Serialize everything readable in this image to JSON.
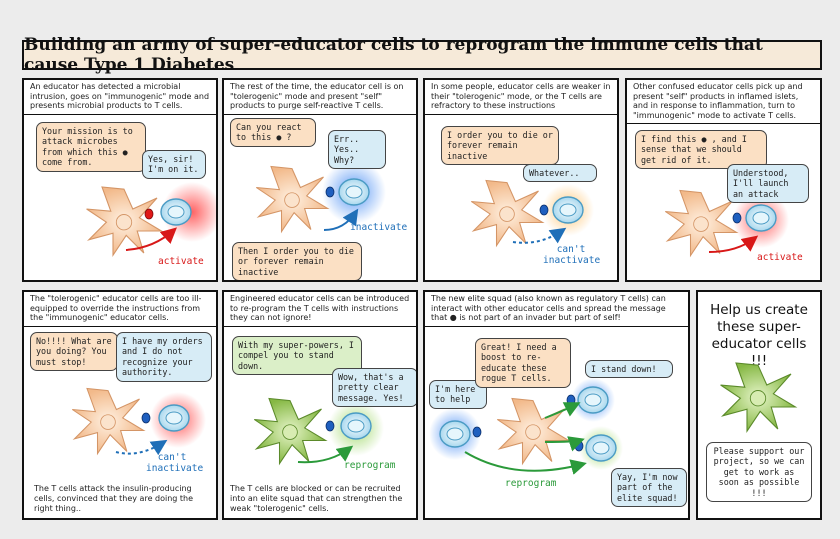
{
  "title": "Building an army of super-educator cells to reprogram the immune cells that cause Type 1 Diabetes",
  "panels": [
    {
      "caption": "An educator has detected a microbial intrusion, goes on \"immunogenic\" mode and presents microbial products to T cells.",
      "bubble_educator": "Your mission is to attack microbes from which this ● come from.",
      "bubble_tcell": "Yes, sir! I'm on it.",
      "arrow_label": "activate"
    },
    {
      "caption": "The rest of the time, the educator cell is on \"tolerogenic\" mode and present \"self\" products to purge self-reactive T cells.",
      "bubble_educator": "Can you react to this ● ?",
      "bubble_tcell": "Err.. Yes.. Why?",
      "bubble_bottom": "Then I order you to die or forever remain inactive",
      "arrow_label": "inactivate"
    },
    {
      "caption": "In some people, educator cells are weaker in their \"tolerogenic\" mode, or the T cells are refractory to these instructions",
      "bubble_educator": "I order you to die or forever remain inactive",
      "bubble_tcell": "Whatever..",
      "arrow_label": "can't inactivate"
    },
    {
      "caption": "Other confused educator cells pick up and present \"self\" products in inflamed islets, and in response to inflammation, turn to \"immunogenic\" mode to activate T cells.",
      "bubble_educator": "I find this ● , and I sense that we should get rid of it.",
      "bubble_tcell": "Understood, I'll launch an attack",
      "arrow_label": "activate"
    },
    {
      "caption": "The \"tolerogenic\" educator cells are too ill-equipped to override the instructions from the \"immunogenic\" educator cells.",
      "bubble_educator": "No!!!! What are you doing? You must stop!",
      "bubble_tcell": "I have my orders and I do not recognize your authority.",
      "arrow_label": "can't inactivate",
      "caption_bottom": "The T cells attack the insulin-producing cells, convinced that they are doing the right thing.."
    },
    {
      "caption": "Engineered educator cells can be introduced to re-program the T cells with instructions they can not ignore!",
      "bubble_educator": "With my super-powers, I compel you to stand down.",
      "bubble_tcell": "Wow, that's a pretty clear message. Yes!",
      "arrow_label": "reprogram",
      "caption_bottom": "The T cells are blocked or can be recruited into an elite squad that can strengthen the weak \"tolerogenic\" cells."
    },
    {
      "caption": "The new elite squad (also known as regulatory T cells) can interact with other educator cells and spread the message that ● is not part of an invader but part of self!",
      "bubble_left": "I'm here to help",
      "bubble_educator": "Great! I need a boost to re-educate these rogue T cells.",
      "bubble_tcell_top": "I stand down!",
      "bubble_tcell_bottom": "Yay, I'm now part of the elite squad!",
      "arrow_label": "reprogram"
    },
    {
      "headline": "Help us create these super-educator cells !!!",
      "bubble": "Please support our project, so we can get to work as soon as possible !!!"
    }
  ],
  "colors": {
    "educator_orange": "#f7c9a0",
    "engineered_green": "#9cc95a",
    "tcell_blue": "#bfe3f2",
    "activate_red": "#d81818",
    "inactivate_blue": "#1f6fb8",
    "reprogram_green": "#2b9a3a"
  }
}
